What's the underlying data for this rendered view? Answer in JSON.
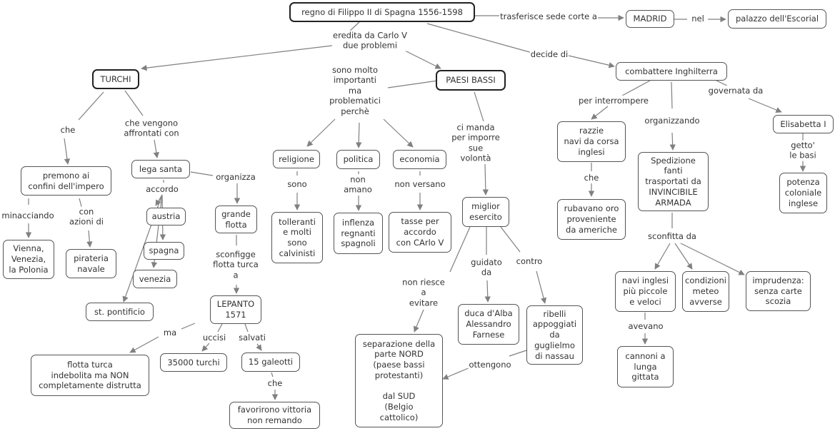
{
  "nodes": {
    "n_regno": "regno di Filippo II di Spagna 1556-1598",
    "n_madrid": "MADRID",
    "n_palazzo": "palazzo dell'Escorial",
    "n_turchi": "TURCHI",
    "n_paesi": "PAESI BASSI",
    "n_combattere": "combattere Inghilterra",
    "n_premono": "premono ai\nconfini dell'impero",
    "n_lega": "lega santa",
    "n_vienna": "Vienna,\nVenezia,\nla Polonia",
    "n_pirateria": "pirateria\nnavale",
    "n_austria": "austria",
    "n_spagna": "spagna",
    "n_venezia": "venezia",
    "n_pontificio": "st. pontificio",
    "n_grande": "grande\nflotta",
    "n_lepanto": "LEPANTO\n1571",
    "n_flottaturca": "flotta turca\nindebolita ma NON\ncompletamente distrutta",
    "n_35000": "35000 turchi",
    "n_galeotti": "15 galeotti",
    "n_favorirono": "favorirono vittoria\nnon remando",
    "n_religione": "religione",
    "n_politica": "politica",
    "n_economia": "economia",
    "n_tolleranti": "tolleranti\ne molti\nsono\ncalvinisti",
    "n_inflenza": "inflenza\nregnanti\nspagnoli",
    "n_tasse": "tasse per\naccordo\ncon CArlo V",
    "n_esercito": "miglior\nesercito",
    "n_duca": "duca d'Alba\nAlessandro\nFarnese",
    "n_ribelli": "ribelli\nappoggiati\nda\nguglielmo\ndi nassau",
    "n_separazione": "separazione della\nparte NORD\n(paese bassi\nprotestanti)\n\ndal SUD\n(Belgio\ncattolico)",
    "n_razzie": "razzie\nnavi da corsa\ninglesi",
    "n_rubavano": "rubavano oro\nproveniente\nda americhe",
    "n_spedizione": "Spedizione\nfanti\ntrasportati da\nINVINCIBILE\nARMADA",
    "n_elisabetta": "Elisabetta I",
    "n_potenza": "potenza\ncoloniale\ninglese",
    "n_navi": "navi inglesi\npiù piccole\ne veloci",
    "n_condizioni": "condizioni\nmeteo\navverse",
    "n_imprudenza": "imprudenza:\nsenza carte\nscozia",
    "n_cannoni": "cannoni a\nlunga\ngittata"
  },
  "labels": {
    "l_trasferisce": "trasferisce sede corte a",
    "l_nel": "nel",
    "l_eredita": "eredita da Carlo V\ndue problemi",
    "l_decide": "decide di",
    "l_che1": "che",
    "l_vengono": "che vengono\naffrontati con",
    "l_minacciando": "minacciando",
    "l_azioni": "con\nazioni di",
    "l_accordo": "accordo",
    "l_organizza": "organizza",
    "l_sconfigge": "sconfigge\nflotta turca\na",
    "l_ma": "ma",
    "l_uccisi": "uccisi",
    "l_salvati": "salvati",
    "l_che2": "che",
    "l_importanti": "sono molto\nimportanti\nma\nproblematici\nperchè",
    "l_sono": "sono",
    "l_nonamano": "non\namano",
    "l_nonversano": "non versano",
    "l_cimanda": "ci manda\nper imporre\nsue\nvolontà",
    "l_nonriesce": "non riesce\na\nevitare",
    "l_guidato": "guidato\nda",
    "l_contro": "contro",
    "l_ottengono": "ottengono",
    "l_interrompere": "per interrompere",
    "l_organizzando": "organizzando",
    "l_governata": "governata da",
    "l_che3": "che",
    "l_getto": "getto' le basi",
    "l_sconfitta": "sconfitta da",
    "l_avevano": "avevano"
  },
  "colors": {
    "edge": "#808080",
    "border": "#555555",
    "root_border": "#222222"
  }
}
